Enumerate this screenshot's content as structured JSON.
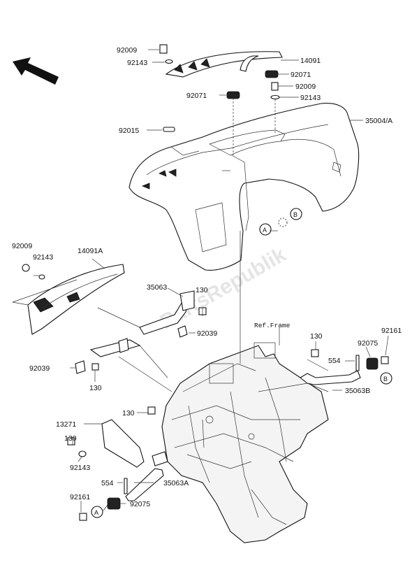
{
  "labels": {
    "p92009_top": "92009",
    "p92143_top": "92143",
    "p14091": "14091",
    "p92071_r": "92071",
    "p92009_r": "92009",
    "p92143_r": "92143",
    "p92071_l": "92071",
    "p35004": "35004/A",
    "p92015": "92015",
    "p92009_left": "92009",
    "p92143_left": "92143",
    "p14091A": "14091A",
    "p35063": "35063",
    "p130_a": "130",
    "p92039_r": "92039",
    "ref_frame": "Ref.Frame",
    "p130_b": "130",
    "p92161_r": "92161",
    "p92075_r": "92075",
    "p554_r": "554",
    "p35063B": "35063B",
    "p92039_l": "92039",
    "p130_c": "130",
    "p130_d": "130",
    "p13271": "13271",
    "p130_e": "130",
    "p92143_bl": "92143",
    "p554_l": "554",
    "p35063A": "35063A",
    "p92161_l": "92161",
    "p92075_l": "92075",
    "callout_a": "A",
    "callout_b": "B",
    "watermark": "PartsRepublik"
  }
}
